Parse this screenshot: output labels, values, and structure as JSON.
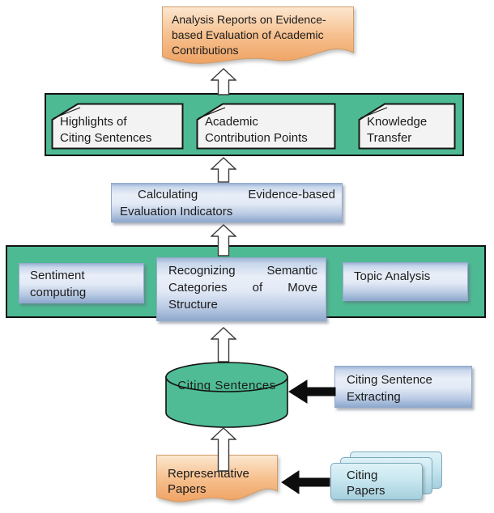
{
  "colors": {
    "teal": "#4eba93",
    "card_fill": "#f3f3f3",
    "blue_box_light": "#e9eff8",
    "blue_box_dark": "#8ea9ce",
    "peach_light": "#fbe3c8",
    "peach_dark": "#efa263",
    "cyan_light": "#def2f8",
    "cyan_dark": "#a5cfdd",
    "outline_black": "#121212",
    "arrow_fill": "#ffffff",
    "solid_arrow": "#0d0d0d"
  },
  "nodes": {
    "report": {
      "lines": [
        "Analysis Reports on Evidence-",
        "based Evaluation of Academic",
        "Contributions"
      ]
    },
    "highlights": {
      "lines": [
        "Highlights of",
        "Citing Sentences"
      ]
    },
    "academic": {
      "lines": [
        "Academic",
        "Contribution Points"
      ]
    },
    "knowledge": {
      "lines": [
        "Knowledge",
        "Transfer"
      ]
    },
    "calculating": {
      "lines": [
        "Calculating Evidence-based",
        "Evaluation Indicators"
      ]
    },
    "sentiment": {
      "lines": [
        "Sentiment",
        "computing"
      ]
    },
    "recognizing": {
      "lines": [
        "Recognizing Semantic",
        "Categories of Move",
        "Structure"
      ]
    },
    "topic": {
      "label": "Topic Analysis"
    },
    "citing_sentences": {
      "label": "Citing Sentences"
    },
    "extracting": {
      "lines": [
        "Citing Sentence",
        "Extracting"
      ]
    },
    "representative": {
      "lines": [
        "Representative",
        "Papers"
      ]
    },
    "citing_papers": {
      "lines": [
        "Citing",
        "Papers"
      ]
    }
  }
}
